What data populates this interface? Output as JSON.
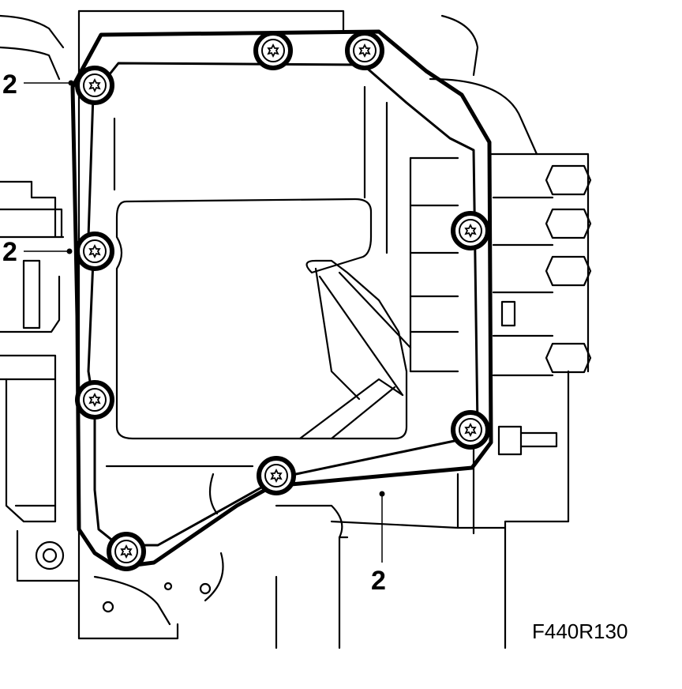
{
  "figure_id": "F440R130",
  "callouts": [
    {
      "label": "2"
    },
    {
      "label": "2"
    },
    {
      "label": "2"
    }
  ],
  "bolt_count": 9,
  "colors": {
    "ink": "#000000",
    "paper": "#ffffff"
  }
}
